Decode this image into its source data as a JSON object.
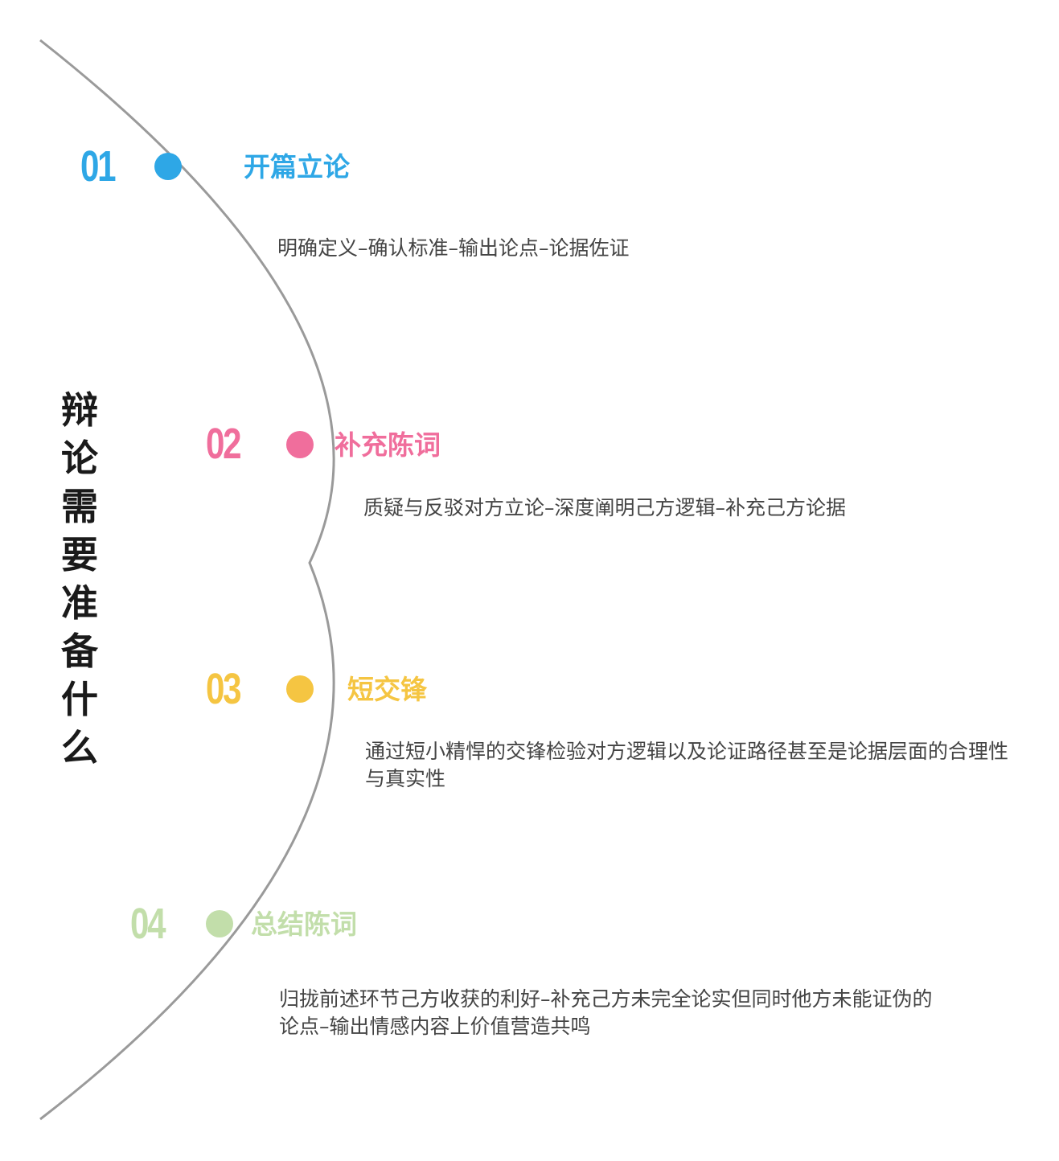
{
  "title": "辩论需要准备什么",
  "steps": [
    {
      "number": "01",
      "title": "开篇立论",
      "description": "明确定义–确认标准–输出论点–论据佐证",
      "color": "#2ea7e6"
    },
    {
      "number": "02",
      "title": "补充陈词",
      "description": "质疑与反驳对方立论–深度阐明己方逻辑–补充己方论据",
      "color": "#f06e9c"
    },
    {
      "number": "03",
      "title": "短交锋",
      "description": "通过短小精悍的交锋检验对方逻辑以及论证路径甚至是论据层面的合理性与真实性",
      "color": "#f5c542"
    },
    {
      "number": "04",
      "title": "总结陈词",
      "description": "归拢前述环节己方收获的利好–补充己方未完全论实但同时他方未能证伪的论点–输出情感内容上价值营造共鸣",
      "color": "#c2deaa"
    }
  ],
  "arc_color": "#9a9a9a"
}
